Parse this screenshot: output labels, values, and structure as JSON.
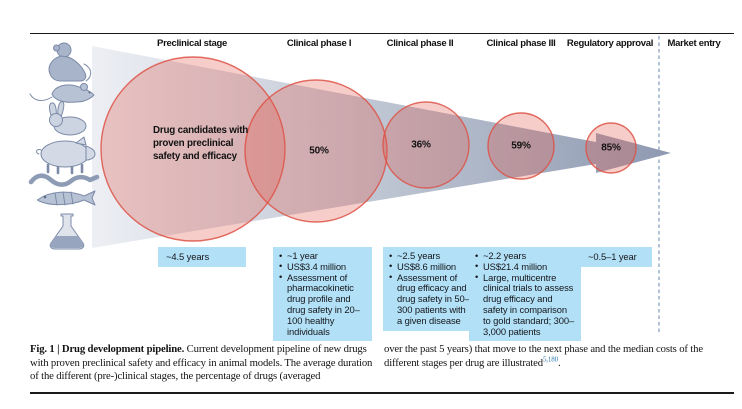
{
  "stage_headers": [
    "Preclinical stage",
    "Clinical phase I",
    "Clinical phase II",
    "Clinical phase III",
    "Regulatory approval",
    "Market entry"
  ],
  "funnel": {
    "preclinical_circle_text": "Drug candidates with proven preclinical safety and efficacy",
    "pass_rates": {
      "clinical_phase_1": "50%",
      "clinical_phase_2": "36%",
      "clinical_phase_3": "59%",
      "regulatory_approval": "85%"
    }
  },
  "info_boxes": {
    "preclinical": {
      "items": [
        "~4.5 years"
      ]
    },
    "clinical_phase_1": {
      "items": [
        "~1 year",
        "US$3.4 million",
        "Assessment of pharmacokinetic drug profile and drug safety in 20–100 healthy individuals"
      ]
    },
    "clinical_phase_2": {
      "items": [
        "~2.5 years",
        "US$8.6 million",
        "Assessment of drug efficacy and drug safety in 50–300 patients with a given disease"
      ]
    },
    "clinical_phase_3": {
      "items": [
        "~2.2 years",
        "US$21.4 million",
        "Large, multicentre clinical trials to assess drug efficacy and safety in comparison to gold standard; 300–3,000 patients"
      ]
    },
    "regulatory_approval": {
      "items": [
        "~0.5–1 year"
      ]
    }
  },
  "animal_icons": [
    "monkey",
    "mouse",
    "rabbit",
    "pig",
    "eel",
    "zebrafish",
    "flask"
  ],
  "caption": {
    "left_bold": "Fig. 1 | Drug development pipeline.",
    "left_text": " Current development pipeline of new drugs with proven preclinical safety and efficacy in animal models. The average duration of the different (pre-)clinical stages, the percentage of drugs (averaged",
    "right_text": "over the past 5 years) that move to the next phase and the median costs of the different stages per drug are illustrated",
    "reference_superscript": "5,180",
    "period": "."
  },
  "colors": {
    "circle_fill": "#f5cdc9",
    "circle_stroke": "#dd5246",
    "funnel_gradient_start": "#edeff4",
    "funnel_gradient_end": "#8e99b1",
    "info_box_bg": "#b2e1f7",
    "reference_link": "#2e79ad"
  }
}
